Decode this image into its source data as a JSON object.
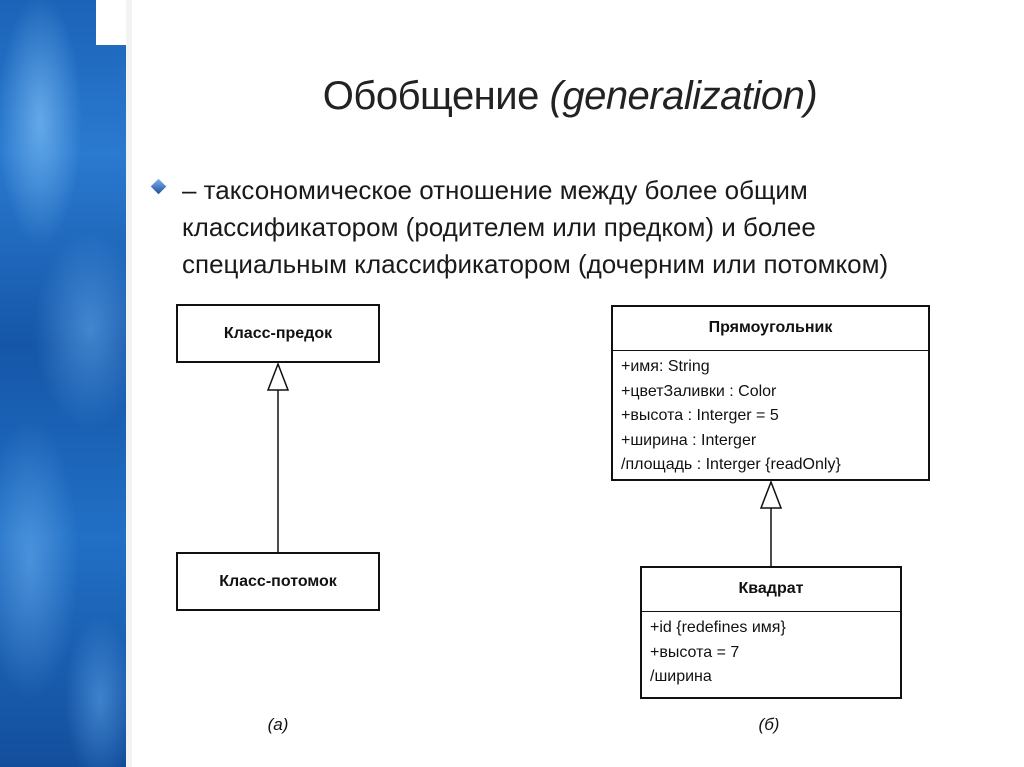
{
  "slide": {
    "title_main": "Обобщение",
    "title_term": "(generalization)",
    "bullet_lines": [
      "– таксономическое отношение между более общим",
      "классификатором (родителем или предком) и более",
      "специальным классификатором (дочерним или потомком)"
    ]
  },
  "diagram_a": {
    "parent_label": "Класс-предок",
    "child_label": "Класс-потомок",
    "caption": "(а)"
  },
  "diagram_b": {
    "parent": {
      "name": "Прямоугольник",
      "attributes": [
        "+имя: String",
        "+цветЗаливки : Color",
        "+высота : Interger = 5",
        "+ширина : Interger",
        "/площадь : Interger {readOnly}"
      ]
    },
    "child": {
      "name": "Квадрат",
      "attributes": [
        "+id {redefines имя}",
        "+высота = 7",
        "/ширина"
      ]
    },
    "caption": "(б)"
  },
  "colors": {
    "accent_strip": "#1b63b8",
    "text": "#1a1a1a"
  }
}
